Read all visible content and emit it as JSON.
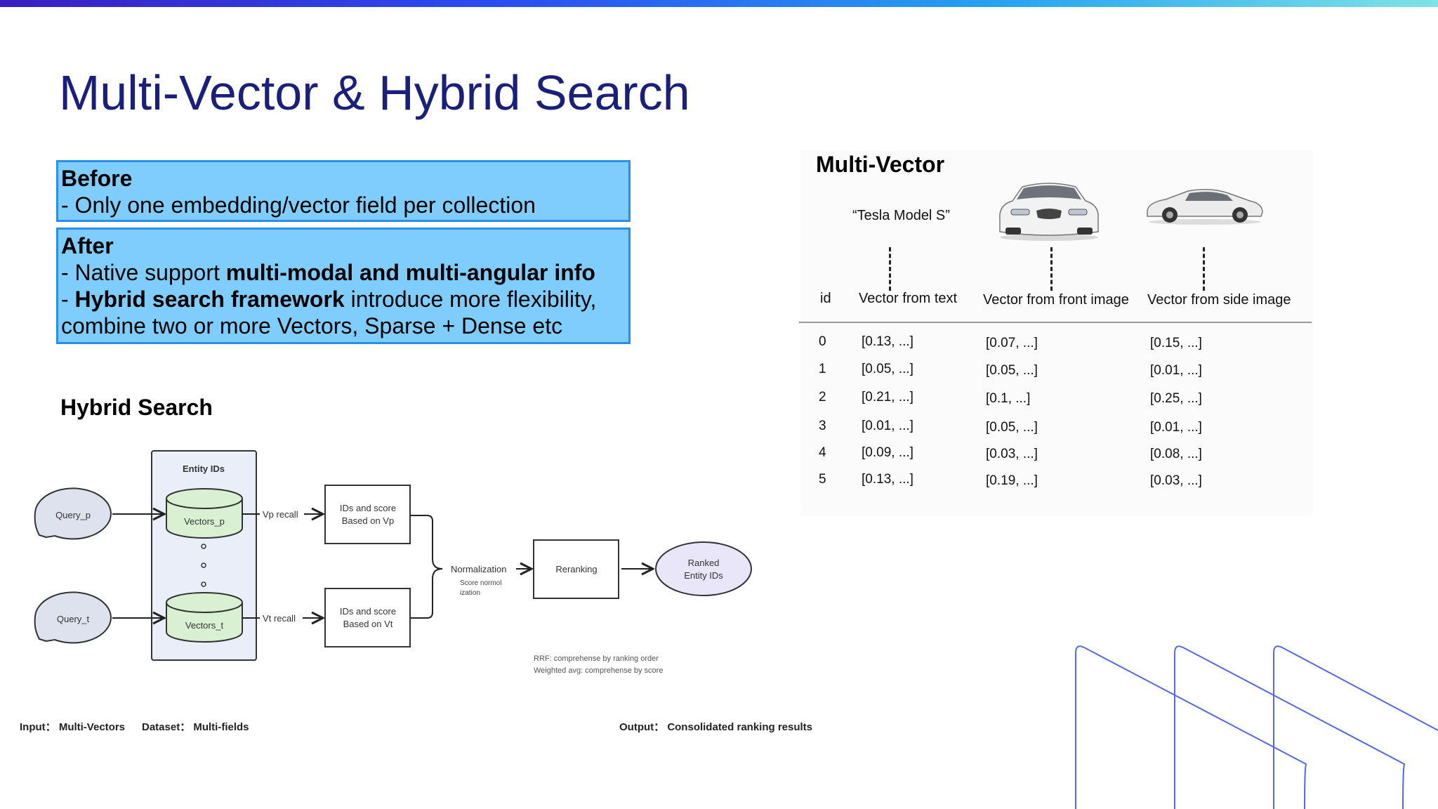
{
  "title": "Multi-Vector & Hybrid Search",
  "before": {
    "heading": "Before",
    "line1": "- Only one embedding/vector field per collection"
  },
  "after": {
    "heading": "After",
    "line1_prefix": "- Native support ",
    "line1_bold": "multi-modal and multi-angular info",
    "line2_prefix": "- ",
    "line2_bold": "Hybrid search framework",
    "line2_rest": " introduce more flexibility,",
    "line3": "combine two or more Vectors, Sparse + Dense etc"
  },
  "hybrid": {
    "heading": "Hybrid Search",
    "query_p": "Query_p",
    "query_t": "Query_t",
    "entity_ids": "Entity IDs",
    "vectors_p": "Vectors_p",
    "vectors_t": "Vectors_t",
    "vp_recall": "Vp recall",
    "vt_recall": "Vt recall",
    "ids_vp_1": "IDs and score",
    "ids_vp_2": "Based on Vp",
    "ids_vt_1": "IDs and score",
    "ids_vt_2": "Based on Vt",
    "normalization": "Normalization",
    "score_norm_1": "Score normol",
    "score_norm_2": "ization",
    "reranking": "Reranking",
    "ranked_1": "Ranked",
    "ranked_2": "Entity IDs",
    "note_1": "RRF: comprehense by ranking order",
    "note_2": "Weighted avg: comprehense by score"
  },
  "footer": {
    "input": "Input： Multi-Vectors",
    "dataset": "Dataset： Multi-fields",
    "output": "Output： Consolidated ranking results"
  },
  "multivector": {
    "heading": "Multi-Vector",
    "quote": "“Tesla Model S”",
    "headers": [
      "id",
      "Vector from text",
      "Vector from front image",
      "Vector from side image"
    ],
    "rows": [
      [
        "0",
        "[0.13, ...]",
        "[0.07, ...]",
        "[0.15, ...]"
      ],
      [
        "1",
        "[0.05, ...]",
        "[0.05, ...]",
        "[0.01, ...]"
      ],
      [
        "2",
        "[0.21, ...]",
        "[0.1, ...]",
        "[0.25, ...]"
      ],
      [
        "3",
        "[0.01, ...]",
        "[0.05, ...]",
        "[0.01, ...]"
      ],
      [
        "4",
        "[0.09, ...]",
        "[0.03, ...]",
        "[0.08, ...]"
      ],
      [
        "5",
        "[0.13, ...]",
        "[0.19, ...]",
        "[0.03, ...]"
      ]
    ]
  },
  "colors": {
    "title": "#1a1f7a",
    "box_fill": "#7fcdfc",
    "box_border": "#2c8fe6",
    "diagram_fill": "#e9eef8",
    "cylinder_fill": "#d9f0d3",
    "deco_line": "#5468e0"
  }
}
